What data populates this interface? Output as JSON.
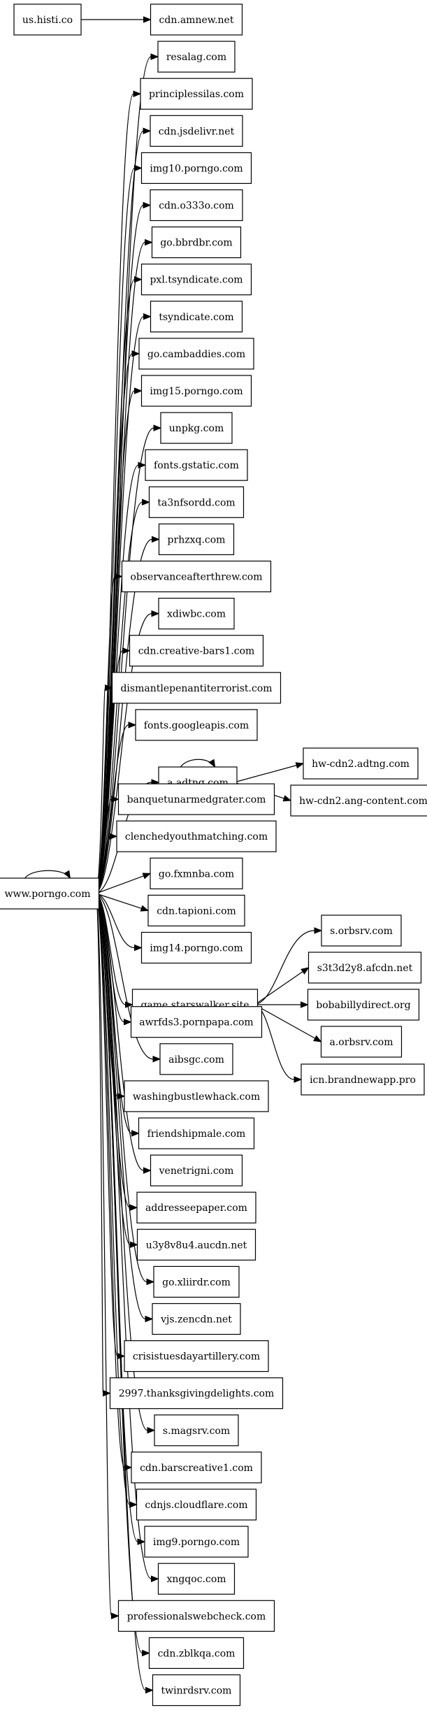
{
  "graph": {
    "nodes": [
      {
        "id": "n_histi",
        "label": "us.histi.co"
      },
      {
        "id": "n_porngo",
        "label": "www.porngo.com"
      },
      {
        "id": "n_amnew",
        "label": "cdn.amnew.net"
      },
      {
        "id": "n_resalag",
        "label": "resalag.com"
      },
      {
        "id": "n_principle",
        "label": "principlessilas.com"
      },
      {
        "id": "n_jsdelivr",
        "label": "cdn.jsdelivr.net"
      },
      {
        "id": "n_img10",
        "label": "img10.porngo.com"
      },
      {
        "id": "n_o333o",
        "label": "cdn.o333o.com"
      },
      {
        "id": "n_bbrdbr",
        "label": "go.bbrdbr.com"
      },
      {
        "id": "n_pxl",
        "label": "pxl.tsyndicate.com"
      },
      {
        "id": "n_tsynd",
        "label": "tsyndicate.com"
      },
      {
        "id": "n_camb",
        "label": "go.cambaddies.com"
      },
      {
        "id": "n_img15",
        "label": "img15.porngo.com"
      },
      {
        "id": "n_unpkg",
        "label": "unpkg.com"
      },
      {
        "id": "n_gstatic",
        "label": "fonts.gstatic.com"
      },
      {
        "id": "n_ta3n",
        "label": "ta3nfsordd.com"
      },
      {
        "id": "n_prhzxq",
        "label": "prhzxq.com"
      },
      {
        "id": "n_observ",
        "label": "observanceafterthrew.com"
      },
      {
        "id": "n_xdiwbc",
        "label": "xdiwbc.com"
      },
      {
        "id": "n_bars1",
        "label": "cdn.creative-bars1.com"
      },
      {
        "id": "n_dismantle",
        "label": "dismantlepenantiterrorist.com"
      },
      {
        "id": "n_gapis",
        "label": "fonts.googleapis.com"
      },
      {
        "id": "n_adtng",
        "label": "a.adtng.com"
      },
      {
        "id": "n_hwadtng",
        "label": "hw-cdn2.adtng.com"
      },
      {
        "id": "n_hwang",
        "label": "hw-cdn2.ang-content.com"
      },
      {
        "id": "n_banquet",
        "label": "banquetunarmedgrater.com"
      },
      {
        "id": "n_clenched",
        "label": "clenchedyouthmatching.com"
      },
      {
        "id": "n_fxmnba",
        "label": "go.fxmnba.com"
      },
      {
        "id": "n_tapioni",
        "label": "cdn.tapioni.com"
      },
      {
        "id": "n_img14",
        "label": "img14.porngo.com"
      },
      {
        "id": "n_starsw",
        "label": "game.starswalker.site"
      },
      {
        "id": "n_sorbsrv",
        "label": "s.orbsrv.com"
      },
      {
        "id": "n_s3t3",
        "label": "s3t3d2y8.afcdn.net"
      },
      {
        "id": "n_boba",
        "label": "bobabillydirect.org"
      },
      {
        "id": "n_aorbsrv",
        "label": "a.orbsrv.com"
      },
      {
        "id": "n_icn",
        "label": "icn.brandnewapp.pro"
      },
      {
        "id": "n_awrfds",
        "label": "awrfds3.pornpapa.com"
      },
      {
        "id": "n_aibsgc",
        "label": "aibsgc.com"
      },
      {
        "id": "n_washing",
        "label": "washingbustlewhack.com"
      },
      {
        "id": "n_friend",
        "label": "friendshipmale.com"
      },
      {
        "id": "n_venet",
        "label": "venetrigni.com"
      },
      {
        "id": "n_addres",
        "label": "addresseepaper.com"
      },
      {
        "id": "n_u3y8",
        "label": "u3y8v8u4.aucdn.net"
      },
      {
        "id": "n_xliirdr",
        "label": "go.xliirdr.com"
      },
      {
        "id": "n_vjs",
        "label": "vjs.zencdn.net"
      },
      {
        "id": "n_crisis",
        "label": "crisistuesdayartillery.com"
      },
      {
        "id": "n_2997",
        "label": "2997.thanksgivingdelights.com"
      },
      {
        "id": "n_smagsrv",
        "label": "s.magsrv.com"
      },
      {
        "id": "n_barsc1",
        "label": "cdn.barscreative1.com"
      },
      {
        "id": "n_cdnjs",
        "label": "cdnjs.cloudflare.com"
      },
      {
        "id": "n_img9",
        "label": "img9.porngo.com"
      },
      {
        "id": "n_xngqoc",
        "label": "xngqoc.com"
      },
      {
        "id": "n_prof",
        "label": "professionalswebcheck.com"
      },
      {
        "id": "n_zblkqa",
        "label": "cdn.zblkqa.com"
      },
      {
        "id": "n_twinrd",
        "label": "twinrdsrv.com"
      }
    ],
    "edges": [
      [
        "n_histi",
        "n_amnew"
      ],
      [
        "n_porngo",
        "n_porngo"
      ],
      [
        "n_porngo",
        "n_resalag"
      ],
      [
        "n_porngo",
        "n_principle"
      ],
      [
        "n_porngo",
        "n_jsdelivr"
      ],
      [
        "n_porngo",
        "n_img10"
      ],
      [
        "n_porngo",
        "n_o333o"
      ],
      [
        "n_porngo",
        "n_bbrdbr"
      ],
      [
        "n_porngo",
        "n_pxl"
      ],
      [
        "n_porngo",
        "n_tsynd"
      ],
      [
        "n_porngo",
        "n_camb"
      ],
      [
        "n_porngo",
        "n_img15"
      ],
      [
        "n_porngo",
        "n_unpkg"
      ],
      [
        "n_porngo",
        "n_gstatic"
      ],
      [
        "n_porngo",
        "n_ta3n"
      ],
      [
        "n_porngo",
        "n_prhzxq"
      ],
      [
        "n_porngo",
        "n_observ"
      ],
      [
        "n_porngo",
        "n_xdiwbc"
      ],
      [
        "n_porngo",
        "n_bars1"
      ],
      [
        "n_porngo",
        "n_dismantle"
      ],
      [
        "n_porngo",
        "n_gapis"
      ],
      [
        "n_porngo",
        "n_adtng"
      ],
      [
        "n_adtng",
        "n_adtng"
      ],
      [
        "n_adtng",
        "n_hwadtng"
      ],
      [
        "n_adtng",
        "n_hwang"
      ],
      [
        "n_porngo",
        "n_banquet"
      ],
      [
        "n_porngo",
        "n_clenched"
      ],
      [
        "n_porngo",
        "n_fxmnba"
      ],
      [
        "n_porngo",
        "n_tapioni"
      ],
      [
        "n_porngo",
        "n_img14"
      ],
      [
        "n_porngo",
        "n_starsw"
      ],
      [
        "n_starsw",
        "n_sorbsrv"
      ],
      [
        "n_starsw",
        "n_s3t3"
      ],
      [
        "n_starsw",
        "n_boba"
      ],
      [
        "n_starsw",
        "n_aorbsrv"
      ],
      [
        "n_starsw",
        "n_icn"
      ],
      [
        "n_porngo",
        "n_awrfds"
      ],
      [
        "n_porngo",
        "n_aibsgc"
      ],
      [
        "n_porngo",
        "n_washing"
      ],
      [
        "n_porngo",
        "n_friend"
      ],
      [
        "n_porngo",
        "n_venet"
      ],
      [
        "n_porngo",
        "n_addres"
      ],
      [
        "n_porngo",
        "n_u3y8"
      ],
      [
        "n_porngo",
        "n_xliirdr"
      ],
      [
        "n_porngo",
        "n_vjs"
      ],
      [
        "n_porngo",
        "n_crisis"
      ],
      [
        "n_porngo",
        "n_2997"
      ],
      [
        "n_porngo",
        "n_smagsrv"
      ],
      [
        "n_porngo",
        "n_barsc1"
      ],
      [
        "n_porngo",
        "n_cdnjs"
      ],
      [
        "n_porngo",
        "n_img9"
      ],
      [
        "n_porngo",
        "n_xngqoc"
      ],
      [
        "n_porngo",
        "n_prof"
      ],
      [
        "n_porngo",
        "n_zblkqa"
      ],
      [
        "n_porngo",
        "n_twinrd"
      ]
    ]
  }
}
